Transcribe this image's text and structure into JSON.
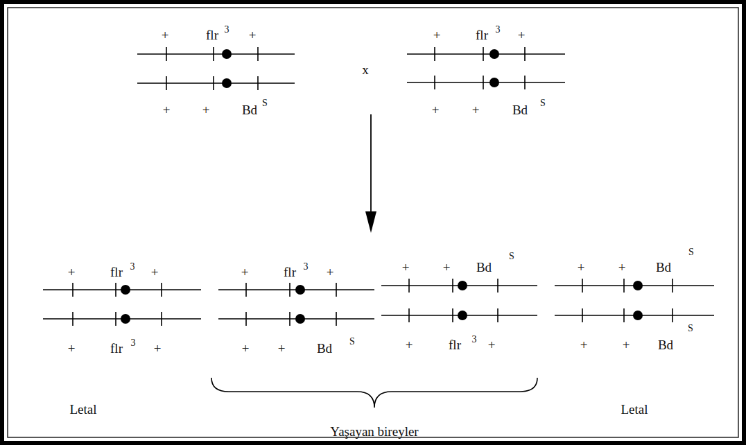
{
  "diagram": {
    "labels": [
      "+",
      "flr",
      "3",
      "+",
      "+",
      "+",
      "Bd",
      "S",
      "x",
      "+",
      "flr",
      "3",
      "+",
      "+",
      "+",
      "Bd",
      "S",
      "+",
      "flr",
      "3",
      "+",
      "+",
      "flr",
      "3",
      "+",
      "Letal",
      "+",
      "flr",
      "3",
      "+",
      "+",
      "+",
      "Bd",
      "S",
      "+",
      "+",
      "Bd",
      "S",
      "+",
      "flr",
      "3",
      "+",
      "+",
      "+",
      "Bd",
      "S",
      "+",
      "+",
      "Bd",
      "S",
      "Letal",
      "Yaşayan bireyler"
    ]
  }
}
